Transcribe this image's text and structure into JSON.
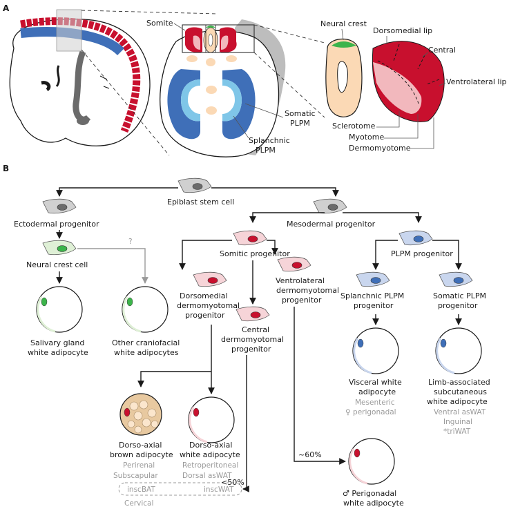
{
  "panels": {
    "a": "A",
    "b": "B"
  },
  "panel_a": {
    "somite": "Somite",
    "somatic_plpm": [
      "Somatic",
      "PLPM"
    ],
    "splanchnic_plpm": [
      "Splanchnic",
      "PLPM"
    ],
    "neural_crest": "Neural crest",
    "dorsomedial_lip": "Dorsomedial lip",
    "central": "Central",
    "ventrolateral_lip": "Ventrolateral lip",
    "sclerotome": "Sclerotome",
    "myotome": "Myotome",
    "dermomyotome": "Dermomyotome"
  },
  "panel_b": {
    "epiblast": "Epiblast stem cell",
    "ectodermal": "Ectodermal progenitor",
    "mesodermal": "Mesodermal progenitor",
    "neural_crest_cell": "Neural crest cell",
    "question": "?",
    "somitic": "Somitic progenitor",
    "plpm": "PLPM progenitor",
    "salivary": [
      "Salivary gland",
      "white adipocyte"
    ],
    "craniofacial": [
      "Other craniofacial",
      "white adipocytes"
    ],
    "dorsomedial": [
      "Dorsomedial",
      "dermomyotomal",
      "progenitor"
    ],
    "ventrolateral": [
      "Ventrolateral",
      "dermomyotomal",
      "progenitor"
    ],
    "central": [
      "Central",
      "dermomyotomal",
      "progenitor"
    ],
    "splanchnic": [
      "Splanchnic PLPM",
      "progenitor"
    ],
    "somatic": [
      "Somatic PLPM",
      "progenitor"
    ],
    "visceral": [
      "Visceral white",
      "adipocyte"
    ],
    "visceral_depots": [
      "Mesenteric",
      "♀ perigonadal"
    ],
    "limb": [
      "Limb-associated",
      "subcutaneous",
      "white adipocyte"
    ],
    "limb_depots": [
      "Ventral asWAT",
      "Inguinal",
      "*triWAT"
    ],
    "brown": [
      "Dorso-axial",
      "brown adipocyte"
    ],
    "brown_depots": [
      "Perirenal",
      "Subscapular"
    ],
    "dorso_white": [
      "Dorso-axial",
      "white adipocyte"
    ],
    "dorso_white_depots": [
      "Retroperitoneal",
      "Dorsal asWAT"
    ],
    "inscbat": "inscBAT",
    "inscwat": "inscWAT",
    "cervical": "Cervical",
    "lt50": "<50%",
    "sixty": "~60%",
    "perigonadal": [
      "♂ Perigonadal",
      "white adipocyte"
    ]
  },
  "colors": {
    "somite_red": "#c8102e",
    "somite_pink": "#f2b8bd",
    "plpm_blue": "#3f6fb8",
    "plpm_light_blue": "#7fc6e8",
    "crest_green": "#3cb44b",
    "peach": "#fbd9b5",
    "grey": "#9a9a9a"
  },
  "icons": [
    "progenitor-cell-icon",
    "adipocyte-icon",
    "brown-adipocyte-icon",
    "embryo-icon"
  ]
}
